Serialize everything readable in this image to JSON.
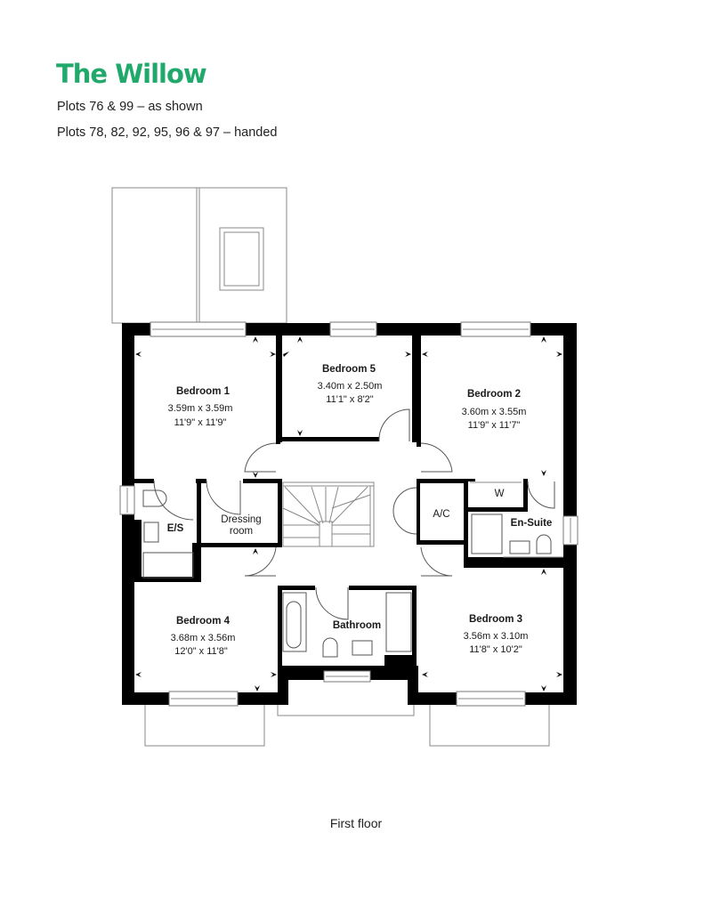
{
  "header": {
    "title": "The Willow",
    "plots_as_shown": "Plots 76 & 99 – as shown",
    "plots_handed": "Plots 78, 82, 92, 95, 96 & 97 – handed"
  },
  "brand_color": "#21a96b",
  "rooms": {
    "bedroom1": {
      "name": "Bedroom 1",
      "metric": "3.59m x 3.59m",
      "imperial": "11'9\" x 11'9\""
    },
    "bedroom2": {
      "name": "Bedroom 2",
      "metric": "3.60m x 3.55m",
      "imperial": "11'9\" x 11'7\""
    },
    "bedroom3": {
      "name": "Bedroom 3",
      "metric": "3.56m x 3.10m",
      "imperial": "11'8\" x 10'2\""
    },
    "bedroom4": {
      "name": "Bedroom 4",
      "metric": "3.68m x 3.56m",
      "imperial": "12'0\" x 11'8\""
    },
    "bedroom5": {
      "name": "Bedroom 5",
      "metric": "3.40m x 2.50m",
      "imperial": "11'1\" x 8'2\""
    },
    "en_suite_small": {
      "name": "E/S"
    },
    "dressing_room": {
      "line1": "Dressing",
      "line2": "room"
    },
    "airing_cupboard": {
      "name": "A/C"
    },
    "wardrobe": {
      "name": "W"
    },
    "en_suite": {
      "name": "En-Suite"
    },
    "bathroom": {
      "name": "Bathroom"
    }
  },
  "footer": {
    "caption": "First floor"
  }
}
